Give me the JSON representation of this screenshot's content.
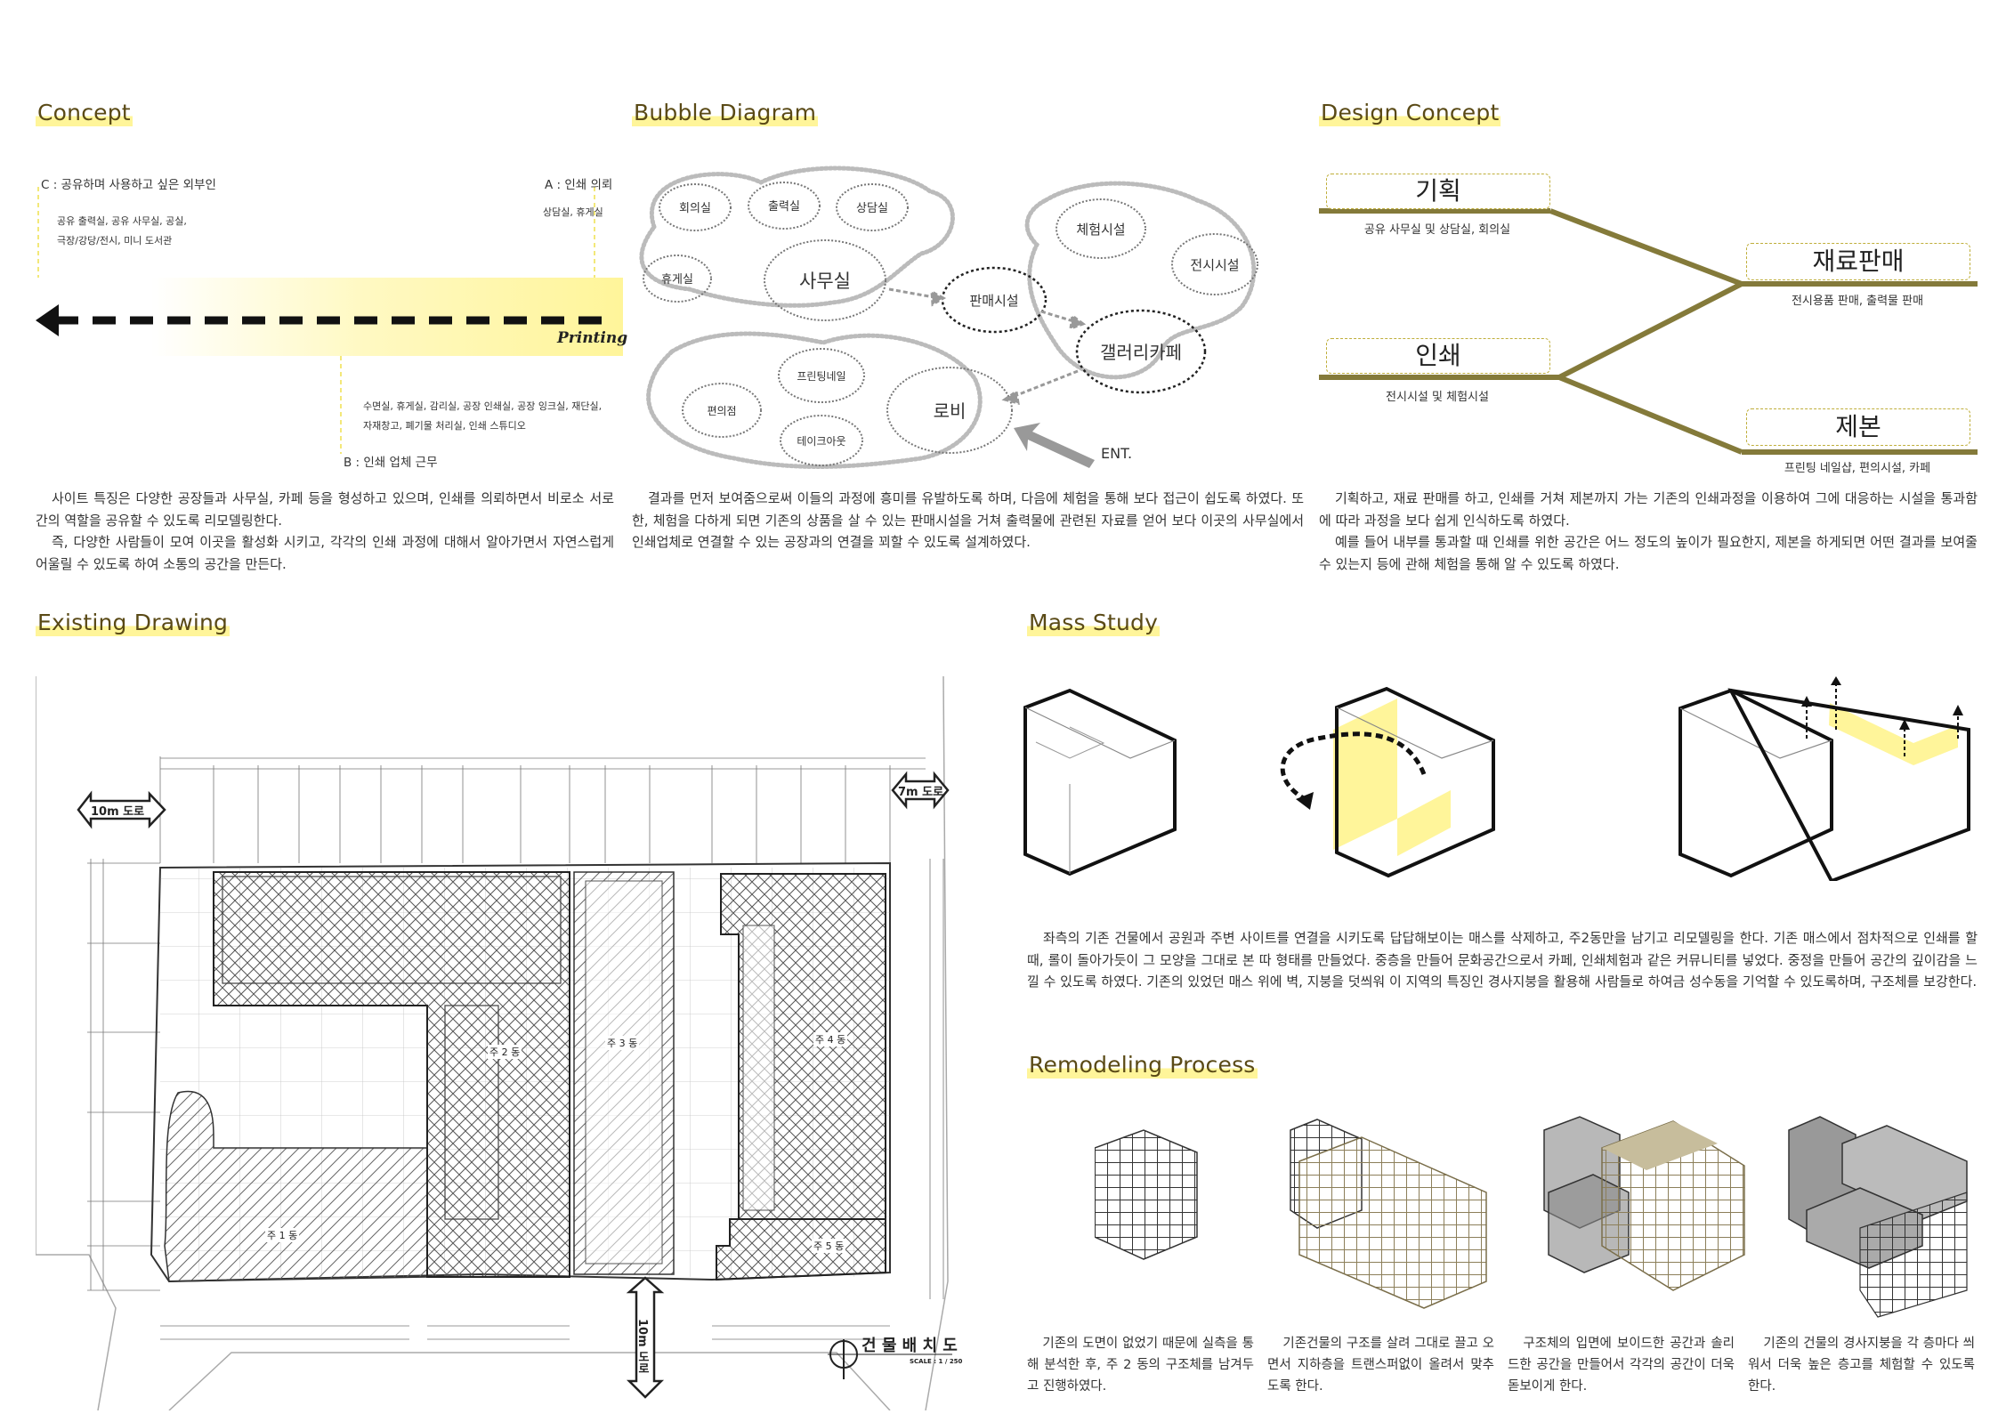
{
  "sections": {
    "concept": "Concept",
    "bubble": "Bubble Diagram",
    "design": "Design Concept",
    "existing": "Existing Drawing",
    "mass": "Mass Study",
    "remodel": "Remodeling Process"
  },
  "concept_diagram": {
    "c_title": "C : 공유하며 사용하고 싶은 외부인",
    "c_line1": "공유 출력실, 공유 사무실, 공실,",
    "c_line2": "극장/강당/전시, 미니 도서관",
    "a_title": "A : 인쇄 의뢰",
    "a_line1": "상담실, 휴게실",
    "printing": "Printing",
    "b_line1": "수면실, 휴게실, 감리실, 공장 인쇄실, 공장 잉크실, 재단실,",
    "b_line2": "자재창고, 폐기물 처리실, 인쇄 스튜디오",
    "b_title": "B : 인쇄 업체 근무"
  },
  "concept_text": [
    "사이트 특징은 다양한 공장들과 사무실, 카페 등을 형성하고 있으며, 인쇄를 의뢰하면서 비로소 서로 간의 역할을 공유할 수 있도록 리모델링한다.",
    "즉, 다양한 사람들이 모여 이곳을 활성화 시키고, 각각의 인쇄 과정에 대해서 알아가면서 자연스럽게 어울릴 수 있도록 하여 소통의 공간을 만든다."
  ],
  "bubbles": {
    "meeting": "회의실",
    "print_room": "출력실",
    "consult": "상담실",
    "lounge": "휴게실",
    "office": "사무실",
    "sales": "판매시설",
    "experience": "체험시설",
    "exhibit": "전시시설",
    "gallery_cafe": "갤러리카페",
    "printing_nail": "프린팅네일",
    "convenience": "편의점",
    "lobby": "로비",
    "takeout": "테이크아웃",
    "entrance": "ENT."
  },
  "bubble_text": "결과를 먼저 보여줌으로써 이들의 과정에 흥미를 유발하도록 하며, 다음에 체험을 통해 보다 접근이 쉽도록 하였다. 또한, 체험을 다하게 되면 기존의 상품을 살 수 있는 판매시설을 거쳐 출력물에 관련된 자료를 얻어 보다 이곳의 사무실에서 인쇄업체로 연결할 수 있는 공장과의 연결을 꾀할 수 있도록 설계하였다.",
  "design_concept": {
    "plan": "기획",
    "plan_sub": "공유 사무실 및 상담실, 회의실",
    "print": "인쇄",
    "print_sub": "전시시설 및 체험시설",
    "sale": "재료판매",
    "sale_sub": "전시용품 판매, 출력물 판매",
    "bind": "제본",
    "bind_sub": "프린팅 네일샵, 편의시설, 카페"
  },
  "design_text": [
    "기획하고, 재료 판매를 하고, 인쇄를 거쳐 제본까지 가는 기존의 인쇄과정을 이용하여 그에 대응하는 시설을 통과함에 따라 과정을 보다 쉽게 인식하도록 하였다.",
    "예를 들어 내부를 통과할 때 인쇄를 위한 공간은 어느 정도의 높이가 필요한지, 제본을 하게되면 어떤 결과를 보여줄 수 있는지 등에 관해 체험을 통해 알 수 있도록 하였다."
  ],
  "drawing": {
    "road_10": "10m 도로",
    "road_7": "7m 도로",
    "road_10_v": "10m 도로",
    "bldg1": "주 1 동",
    "bldg2": "주 2 동",
    "bldg3": "주 3 동",
    "bldg4": "주 4 동",
    "bldg5": "주 5 동",
    "title": "건 물 배 치 도",
    "scale": "SCALE : 1 / 250"
  },
  "mass_text": "좌측의 기존 건물에서 공원과 주변 사이트를 연결을 시키도록 답답해보이는 매스를 삭제하고, 주2동만을 남기고 리모델링을 한다. 기존 매스에서 점차적으로 인쇄를 할 때, 롤이 돌아가듯이 그 모양을 그대로 본 따 형태를 만들었다. 중층을 만들어 문화공간으로서 카페, 인쇄체험과 같은 커뮤니티를 넣었다. 중정을 만들어 공간의 깊이감을 느낄 수 있도록 하였다. 기존의 있었던 매스 위에 벽, 지붕을 덧씌워 이 지역의 특징인 경사지붕을 활용해 사람들로 하여금 성수동을 기억할 수 있도록하며, 구조체를 보강한다.",
  "remodel_captions": [
    "기존의 도면이 없었기 때문에 실측을 통해 분석한 후, 주 2 동의 구조체를 남겨두고 진행하였다.",
    "기존건물의 구조를 살려 그대로 끌고 오면서 지하층을 트랜스퍼없이 올려서 맞추도록 한다.",
    "구조체의 입면에 보이드한 공간과 솔리드한 공간을 만들어서 각각의 공간이 더욱 돋보이게 한다.",
    "기존의 건물의 경사지붕을 각 층마다 씌워서 더욱 높은 층고를 체험할 수 있도록 한다."
  ],
  "colors": {
    "accent": "#fff59a",
    "olive": "#847a3a",
    "title": "#5a4a16"
  }
}
